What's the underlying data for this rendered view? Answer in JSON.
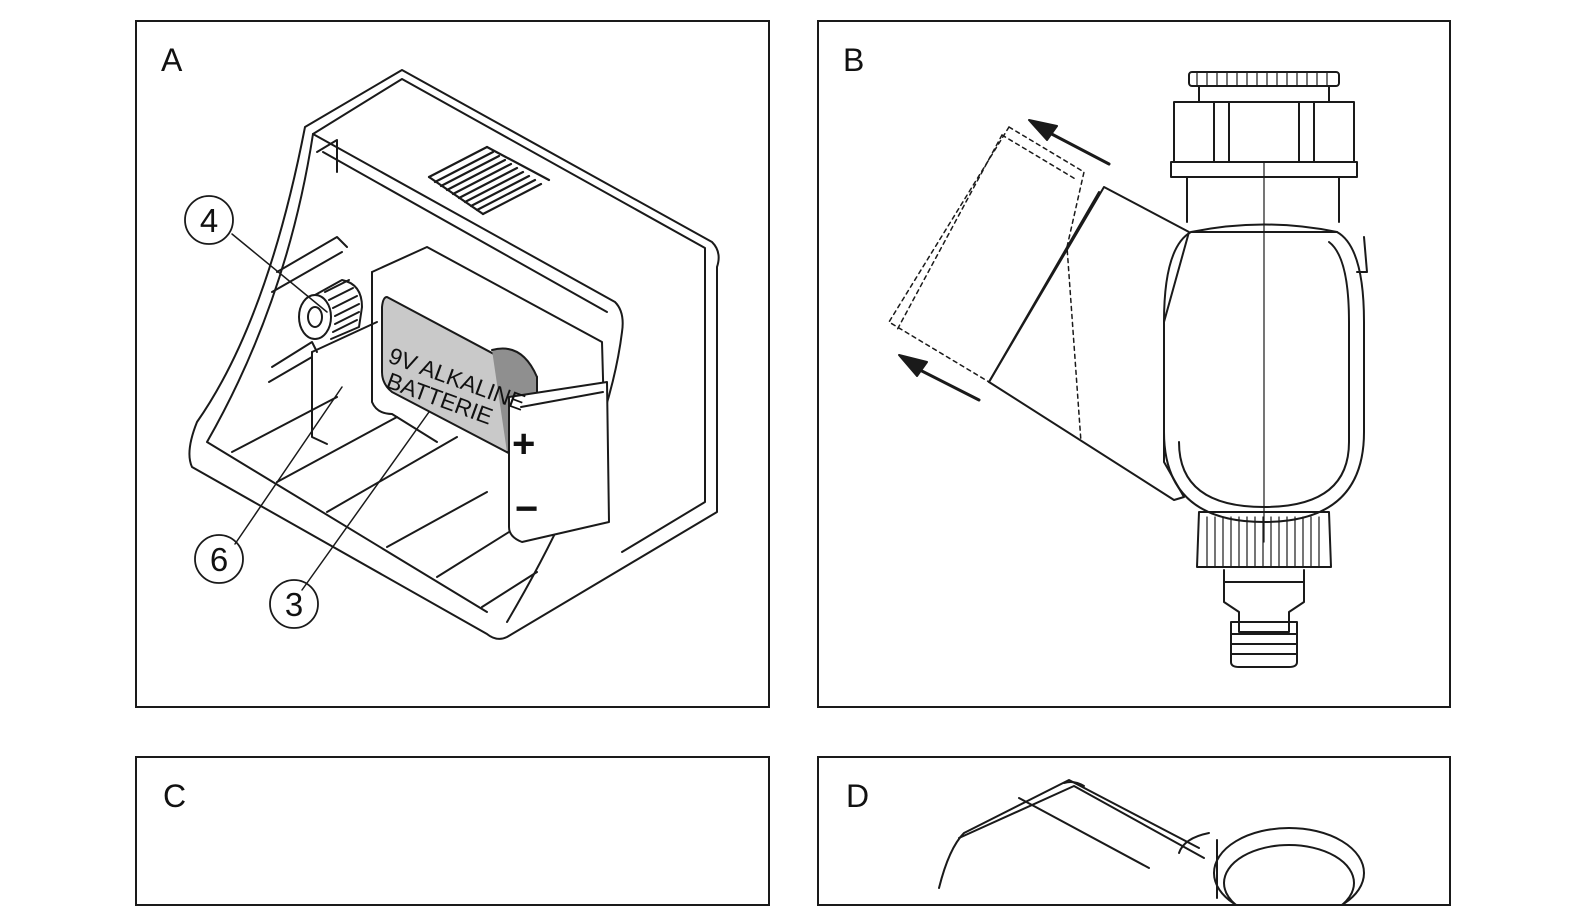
{
  "panels": {
    "a": {
      "label": "A"
    },
    "b": {
      "label": "B"
    },
    "c": {
      "label": "C"
    },
    "d": {
      "label": "D"
    }
  },
  "callouts": {
    "four": "4",
    "six": "6",
    "three": "3"
  },
  "battery": {
    "line1": "9V ALKALINE",
    "line2": "BATTERIE",
    "plus": "+",
    "minus": "−"
  }
}
